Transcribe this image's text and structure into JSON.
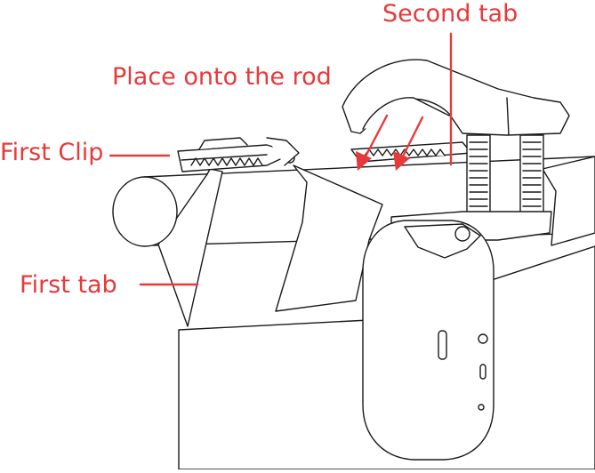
{
  "labels": {
    "second_tab": "Second tab",
    "place_onto_rod": "Place onto the rod",
    "first_clip": "First Clip",
    "first_tab": "First tab"
  },
  "colors": {
    "annotation": "#e8393a",
    "line": "#1a1a1a",
    "background": "#ffffff"
  }
}
